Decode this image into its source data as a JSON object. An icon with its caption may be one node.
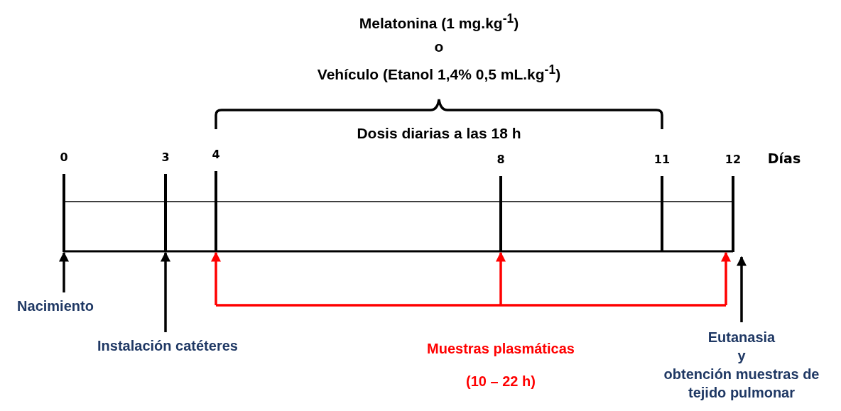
{
  "diagram": {
    "nodes": [
      {
        "text": [
          "0"
        ]
      },
      {
        "text": [
          "3"
        ]
      },
      {
        "text": [
          "4"
        ]
      },
      {
        "text": [
          "8"
        ]
      },
      {
        "text": [
          "11"
        ]
      },
      {
        "text": [
          "12"
        ]
      },
      {
        "text": [
          "Nacimiento"
        ]
      },
      {
        "text": [
          "Instalación catéteres"
        ]
      },
      {
        "text": [
          "Muestras plasmáticas"
        ],
        "beside": [
          "(10 – 22 h)"
        ]
      },
      {
        "text": [
          "Eutanasia",
          "y",
          "obtención muestras de tejido pulmonar"
        ]
      }
    ],
    "edges": [
      {
        "from": 6,
        "to": 0,
        "arrow": "to"
      },
      {
        "from": 7,
        "to": 1,
        "arrow": "to"
      },
      {
        "from": null,
        "to": 2,
        "arrow": "to",
        "color": "#ff0000"
      },
      {
        "from": null,
        "to": 3,
        "arrow": "to",
        "color": "#ff0000"
      },
      {
        "from": null,
        "to": 5,
        "arrow": "to",
        "color": "#ff0000"
      },
      {
        "from": 9,
        "to": 5,
        "arrow": "to"
      }
    ],
    "labels": [
      "Melatonina (1 mg.kg$^{-1}$)",
      "o",
      "Vehículo (Etanol 1,4% 0,5 mL.kg$^{-1}$)",
      "Dosis diarias a las 18 h",
      "Días"
    ]
  }
}
